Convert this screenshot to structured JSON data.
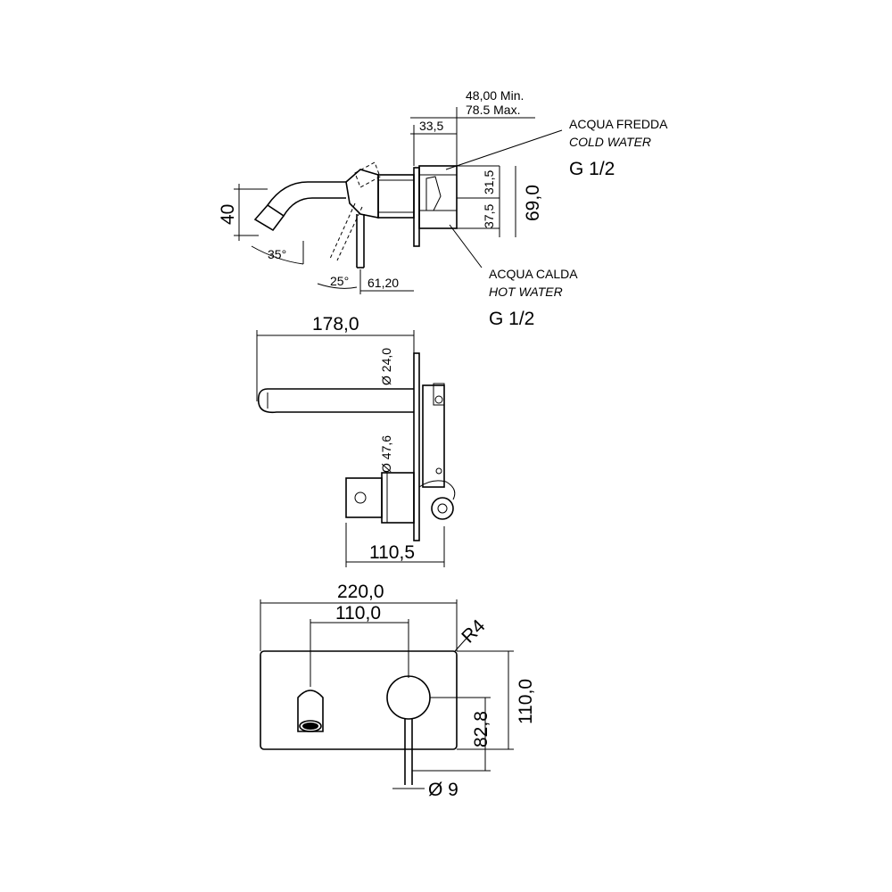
{
  "top_view": {
    "dim_min_max_1": "48,00 Min.",
    "dim_min_max_2": "78.5 Max.",
    "dim_33_5": "33,5",
    "dim_31_5": "31,5",
    "dim_37_5": "37,5",
    "dim_69": "69,0",
    "dim_40": "40",
    "angle_35": "35°",
    "angle_25": "25°",
    "dim_61_20": "61,20",
    "cold_it": "ACQUA FREDDA",
    "cold_en": "COLD WATER",
    "cold_thread": "G 1/2",
    "hot_it": "ACQUA CALDA",
    "hot_en": "HOT WATER",
    "hot_thread": "G 1/2"
  },
  "side_view": {
    "dim_178": "178,0",
    "dia_24": "Ø 24,0",
    "dia_47_6": "Ø 47,6",
    "dim_110_5": "110,5"
  },
  "front_view": {
    "dim_220": "220,0",
    "dim_110_w": "110,0",
    "radius": "R4",
    "dim_110_h": "110,0",
    "dim_82_8": "82,8",
    "dia_9": "Ø 9"
  }
}
